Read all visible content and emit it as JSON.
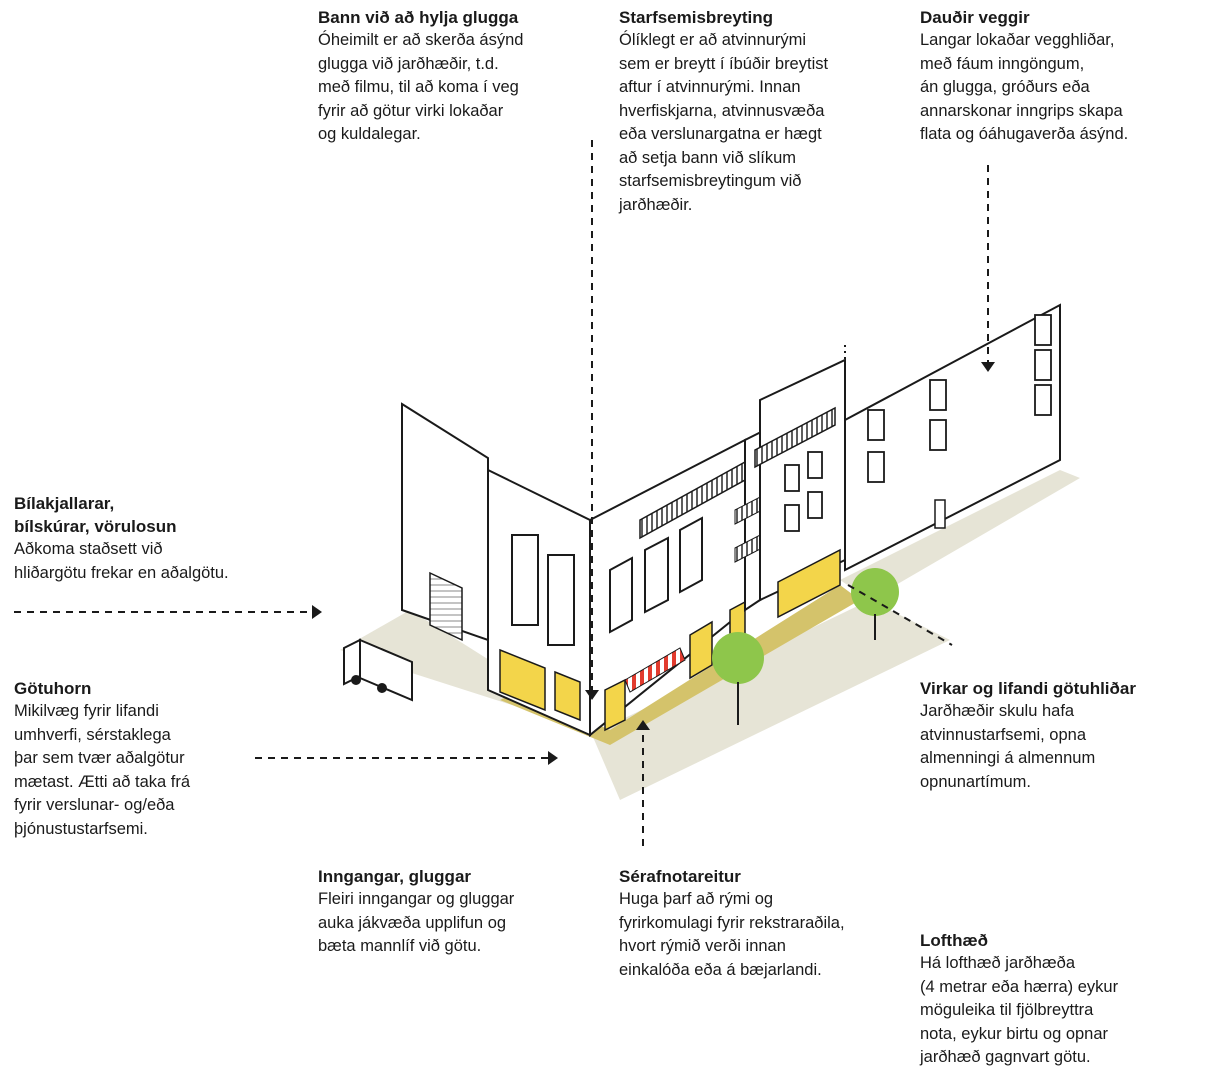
{
  "annotations": {
    "bann": {
      "title": "Bann við að hylja glugga",
      "lines": [
        "Óheimilt er að skerða ásýnd",
        "glugga við jarðhæðir, t.d.",
        "með filmu, til að koma í veg",
        "fyrir að götur virki lokaðar",
        "og kuldalegar."
      ]
    },
    "starfsemis": {
      "title": "Starfsemisbreyting",
      "lines": [
        "Ólíklegt er að atvinnurými",
        "sem er breytt í íbúðir breytist",
        "aftur í atvinnurými. Innan",
        "hverfiskjarna, atvinnusvæða",
        "eða verslunargatna er hægt",
        "að setja bann við slíkum",
        "starfsemisbreytingum við",
        "jarðhæðir."
      ]
    },
    "daudir": {
      "title": "Dauðir veggir",
      "lines": [
        "Langar lokaðar vegghliðar,",
        "með fáum inngöngum,",
        "án glugga, gróðurs eða",
        "annarskonar inngrips skapa",
        "flata og óáhugaverða ásýnd."
      ]
    },
    "bila": {
      "title": [
        "Bílakjallarar,",
        "bílskúrar, vörulosun"
      ],
      "lines": [
        "Aðkoma staðsett við",
        "hliðargötu frekar en aðalgötu."
      ]
    },
    "gotuhorn": {
      "title": "Götuhorn",
      "lines": [
        "Mikilvæg fyrir lifandi",
        "umhverfi, sérstaklega",
        "þar sem tvær aðalgötur",
        "mætast. Ætti að taka frá",
        "fyrir verslunar- og/eða",
        "þjónustustarfsemi."
      ]
    },
    "virkar": {
      "title": "Virkar og lifandi götuhliðar",
      "lines": [
        "Jarðhæðir skulu hafa",
        "atvinnustarfsemi, opna",
        "almenningi á almennum",
        "opnunartímum."
      ]
    },
    "inngangar": {
      "title": "Inngangar, gluggar",
      "lines": [
        "Fleiri inngangar og gluggar",
        "auka jákvæða upplifun og",
        "bæta mannlíf við götu."
      ]
    },
    "serafnot": {
      "title": "Sérafnotareitur",
      "lines": [
        "Huga þarf að rými og",
        "fyrirkomulagi fyrir rekstraraðila,",
        "hvort rýmið verði innan",
        "einkalóða eða á bæjarlandi."
      ]
    },
    "lofthaed": {
      "title": "Lofthæð",
      "lines": [
        "Há lofthæð jarðhæða",
        "(4 metrar eða hærra) eykur",
        "möguleika til fjölbreyttra",
        "nota, eykur birtu og opnar",
        "jarðhæð gagnvart götu."
      ]
    }
  },
  "colors": {
    "ground": "#e6e4d6",
    "frontage": "#d4c36b",
    "window_glow": "#f3d54a",
    "tree": "#8ec64b",
    "awning": "#e23b2e",
    "line": "#1a1a1a"
  }
}
